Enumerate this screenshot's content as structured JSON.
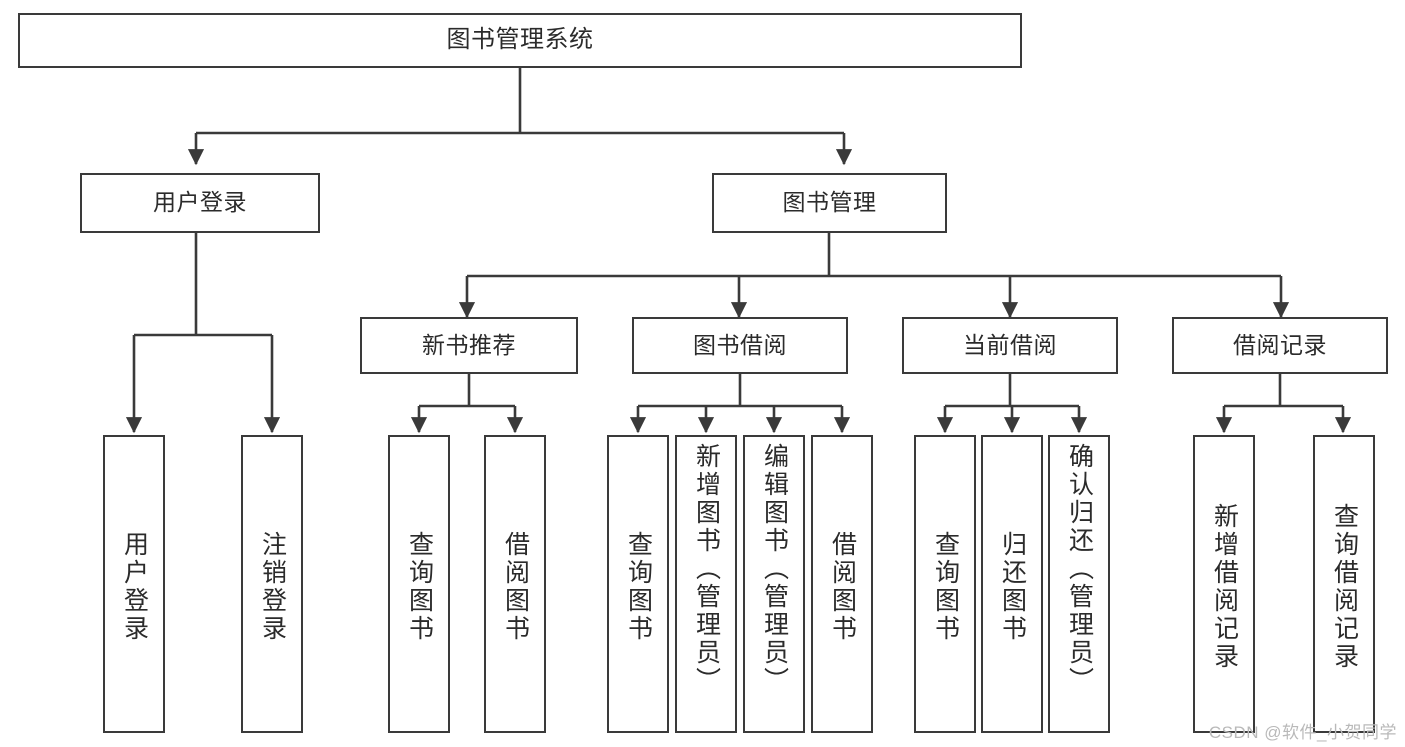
{
  "diagram": {
    "type": "tree",
    "title": "图书管理系统",
    "watermark": "CSDN @软件_小贺同学",
    "colors": {
      "box_border": "#3a3a3a",
      "box_fill": "#ffffff",
      "link": "#3a3a3a",
      "text": "#2b2b2b",
      "watermark": "#b9b9b9"
    },
    "root": {
      "label": "图书管理系统"
    },
    "level2": [
      {
        "label": "用户登录"
      },
      {
        "label": "图书管理"
      }
    ],
    "level3": [
      {
        "label": "新书推荐"
      },
      {
        "label": "图书借阅"
      },
      {
        "label": "当前借阅"
      },
      {
        "label": "借阅记录"
      }
    ],
    "leaves": {
      "user_login": [
        {
          "label": "用户登录"
        },
        {
          "label": "注销登录"
        }
      ],
      "new_book": [
        {
          "label": "查询图书"
        },
        {
          "label": "借阅图书"
        }
      ],
      "borrow_book": [
        {
          "label": "查询图书"
        },
        {
          "label": "新增图书（管理员）"
        },
        {
          "label": "编辑图书（管理员）"
        },
        {
          "label": "借阅图书"
        }
      ],
      "current_borrow": [
        {
          "label": "查询图书"
        },
        {
          "label": "归还图书"
        },
        {
          "label": "确认归还（管理员）"
        }
      ],
      "borrow_record": [
        {
          "label": "新增借阅记录"
        },
        {
          "label": "查询借阅记录"
        }
      ]
    }
  }
}
